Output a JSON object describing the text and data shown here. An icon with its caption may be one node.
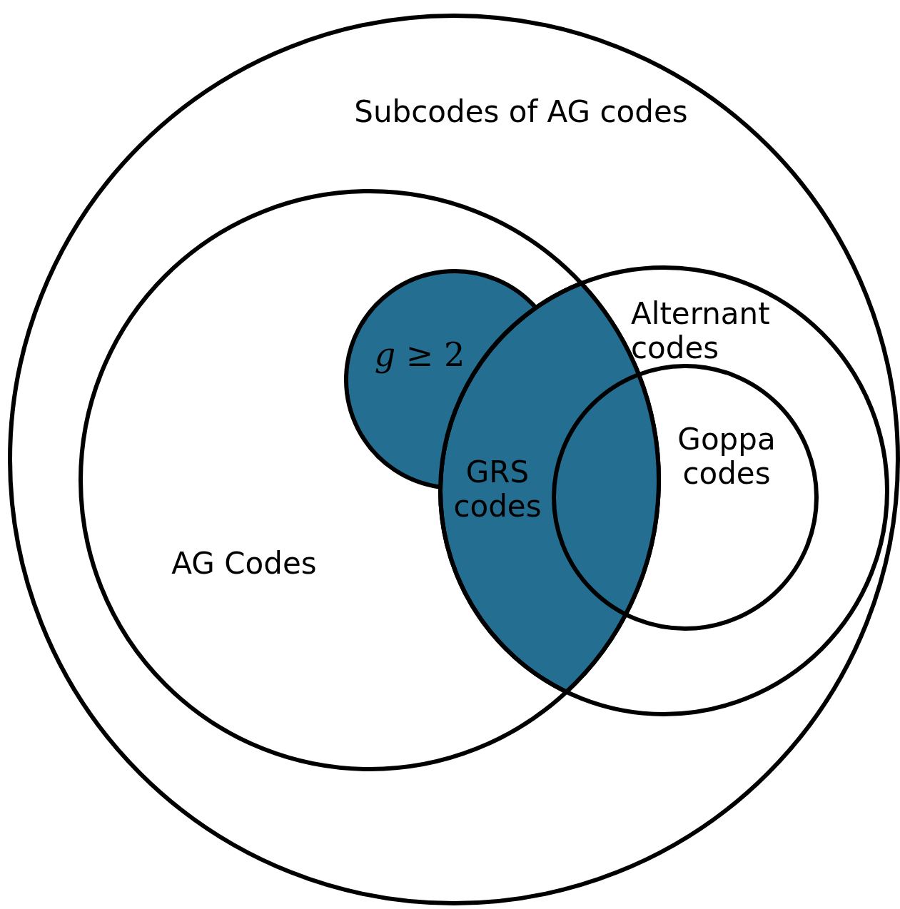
{
  "diagram": {
    "nodes": [
      {
        "text": [
          "Subcodes of AG codes"
        ]
      },
      {
        "text": [
          "AG Codes"
        ],
        "in": 0
      },
      {
        "text": [
          "*g* ≥ 2"
        ],
        "in": 1
      },
      {
        "text": [
          "Alternant codes"
        ],
        "in": 0
      },
      {
        "text": [
          "GRS codes"
        ]
      },
      {
        "text": [
          "Goppa codes"
        ],
        "in": 3
      }
    ]
  }
}
